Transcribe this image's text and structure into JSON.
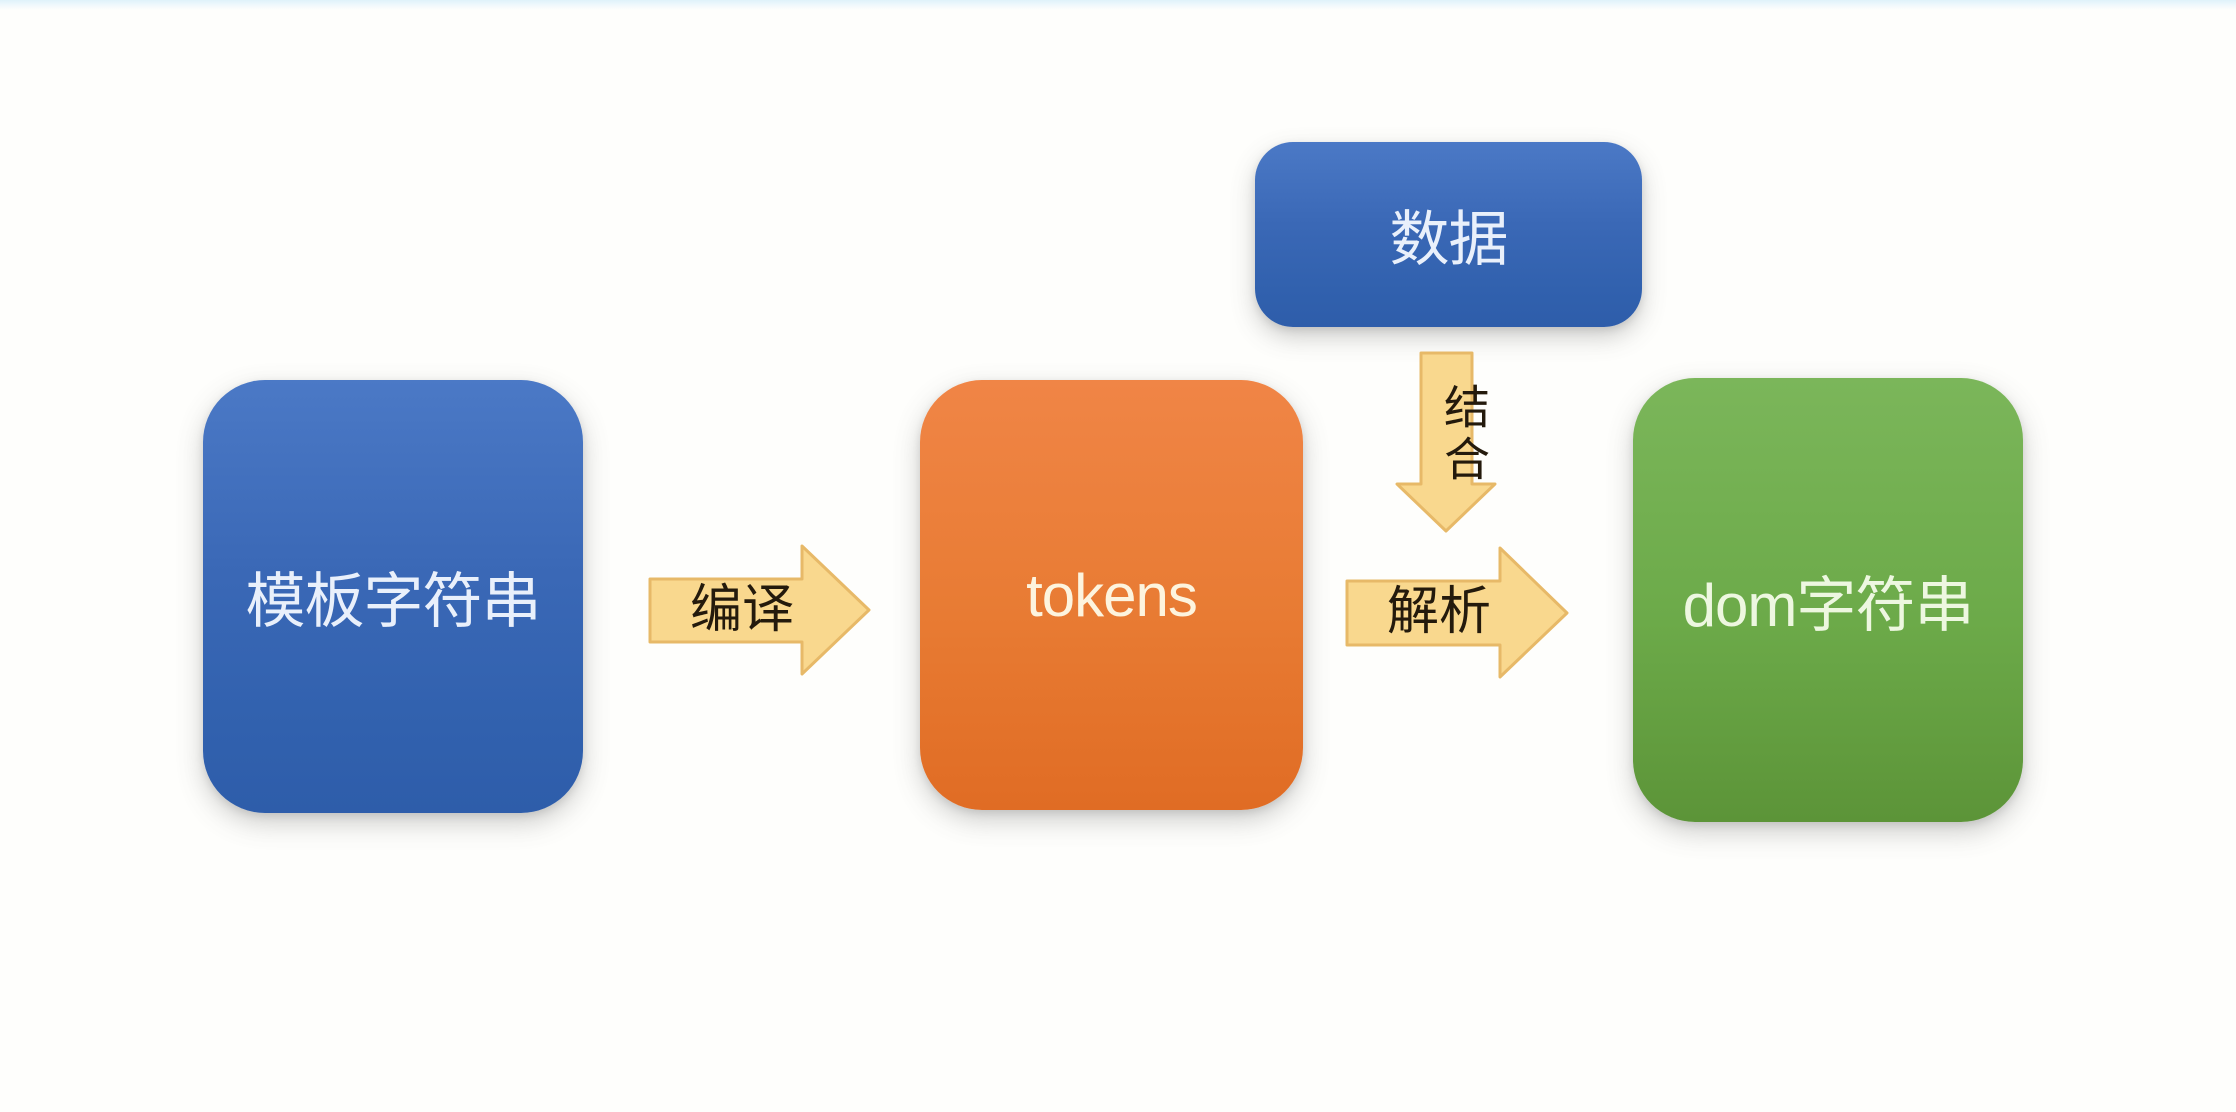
{
  "diagram": {
    "description": "vue template compile flow",
    "background_color": "#fefefc",
    "top_strip_color": "#dff2fa",
    "nodes": {
      "template_string": {
        "label": "模板字符串",
        "color": "#3a68b6",
        "text_color": "#e9f0fb"
      },
      "tokens": {
        "label": "tokens",
        "color": "#e87b33",
        "text_color": "#fdf4de"
      },
      "data": {
        "label": "数据",
        "color": "#3a68b6",
        "text_color": "#e9f0fb"
      },
      "dom_string": {
        "label": "dom字符串",
        "color": "#6caa49",
        "text_color": "#edf7e0"
      }
    },
    "arrows": {
      "compile": {
        "label": "编译",
        "direction": "right",
        "fill": "#f9d88e",
        "text_color": "#241a0c"
      },
      "parse": {
        "label": "解析",
        "direction": "right",
        "fill": "#f9d88e",
        "text_color": "#241a0c"
      },
      "combine": {
        "label": "结合",
        "direction": "down",
        "fill": "#f9d88e",
        "text_color": "#241a0c"
      }
    },
    "flow": [
      "template_string -> compile -> tokens",
      "tokens -> parse -> dom_string",
      "data -> combine -> parse"
    ]
  }
}
